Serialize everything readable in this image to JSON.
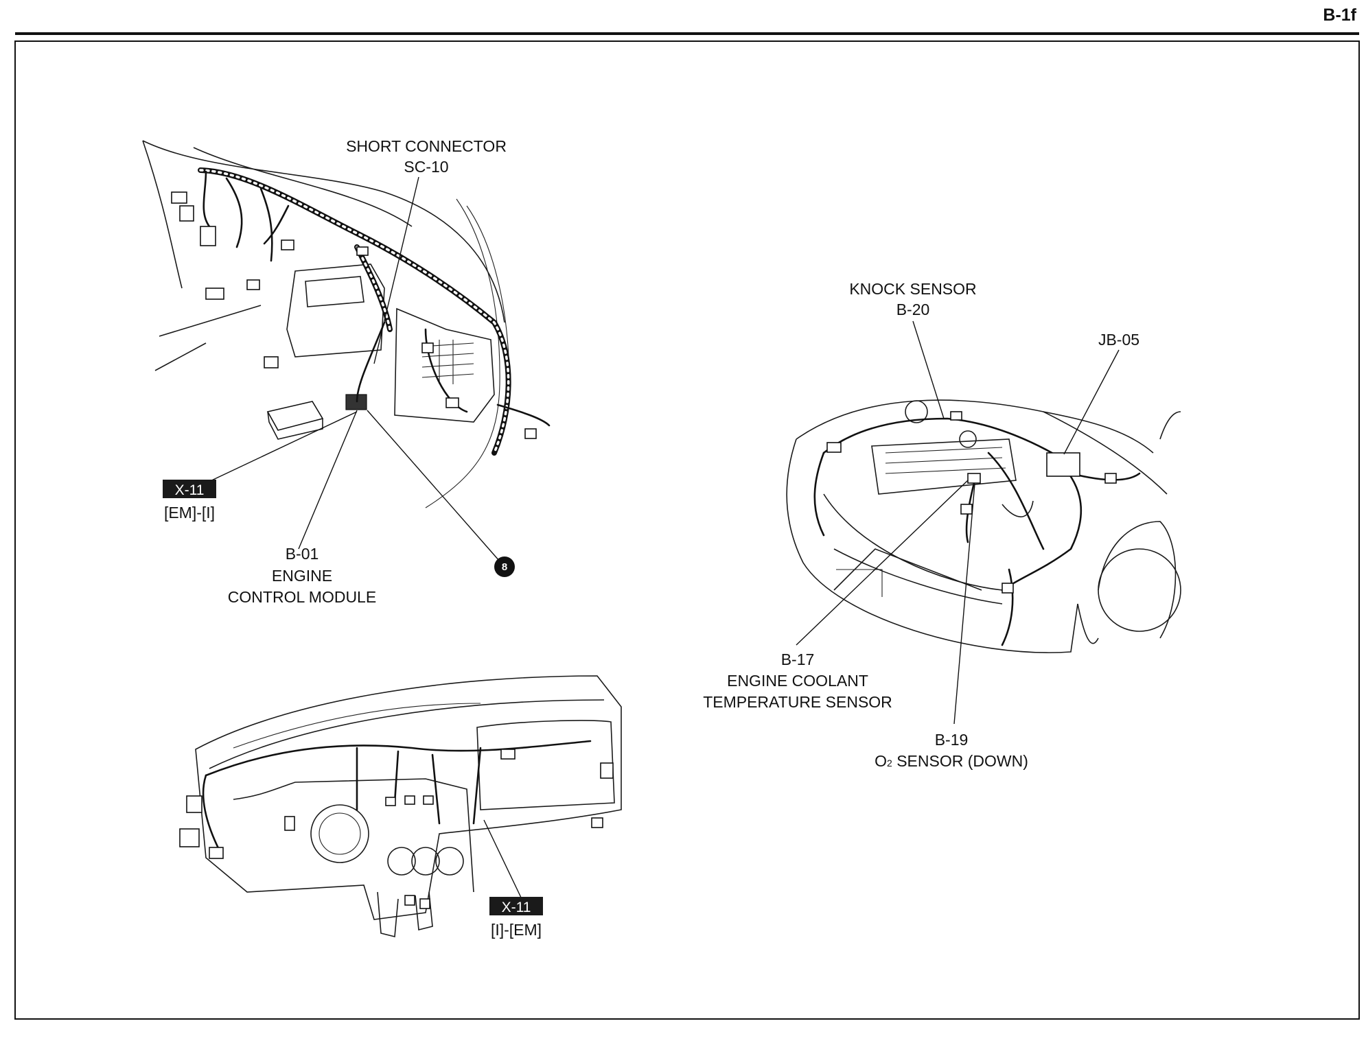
{
  "page_id": "B-1f",
  "colors": {
    "ink": "#111111",
    "badge": "#1a1a1a",
    "paper": "#ffffff"
  },
  "labels": {
    "short_connector": [
      "SHORT CONNECTOR",
      "SC-10"
    ],
    "ecm": [
      "B-01",
      "ENGINE",
      "CONTROL MODULE"
    ],
    "knock": [
      "KNOCK SENSOR",
      "B-20"
    ],
    "jb": "JB-05",
    "coolant": [
      "B-17",
      "ENGINE COOLANT",
      "TEMPERATURE SENSOR"
    ],
    "o2_code": "B-19",
    "o2_pre": "O",
    "o2_sub": "2",
    "o2_post": " SENSOR (DOWN)",
    "callout_number": "8"
  },
  "connectors": [
    {
      "badge": "X-11",
      "route": "[EM]-[I]"
    },
    {
      "badge": "X-11",
      "route": "[I]-[EM]"
    }
  ]
}
